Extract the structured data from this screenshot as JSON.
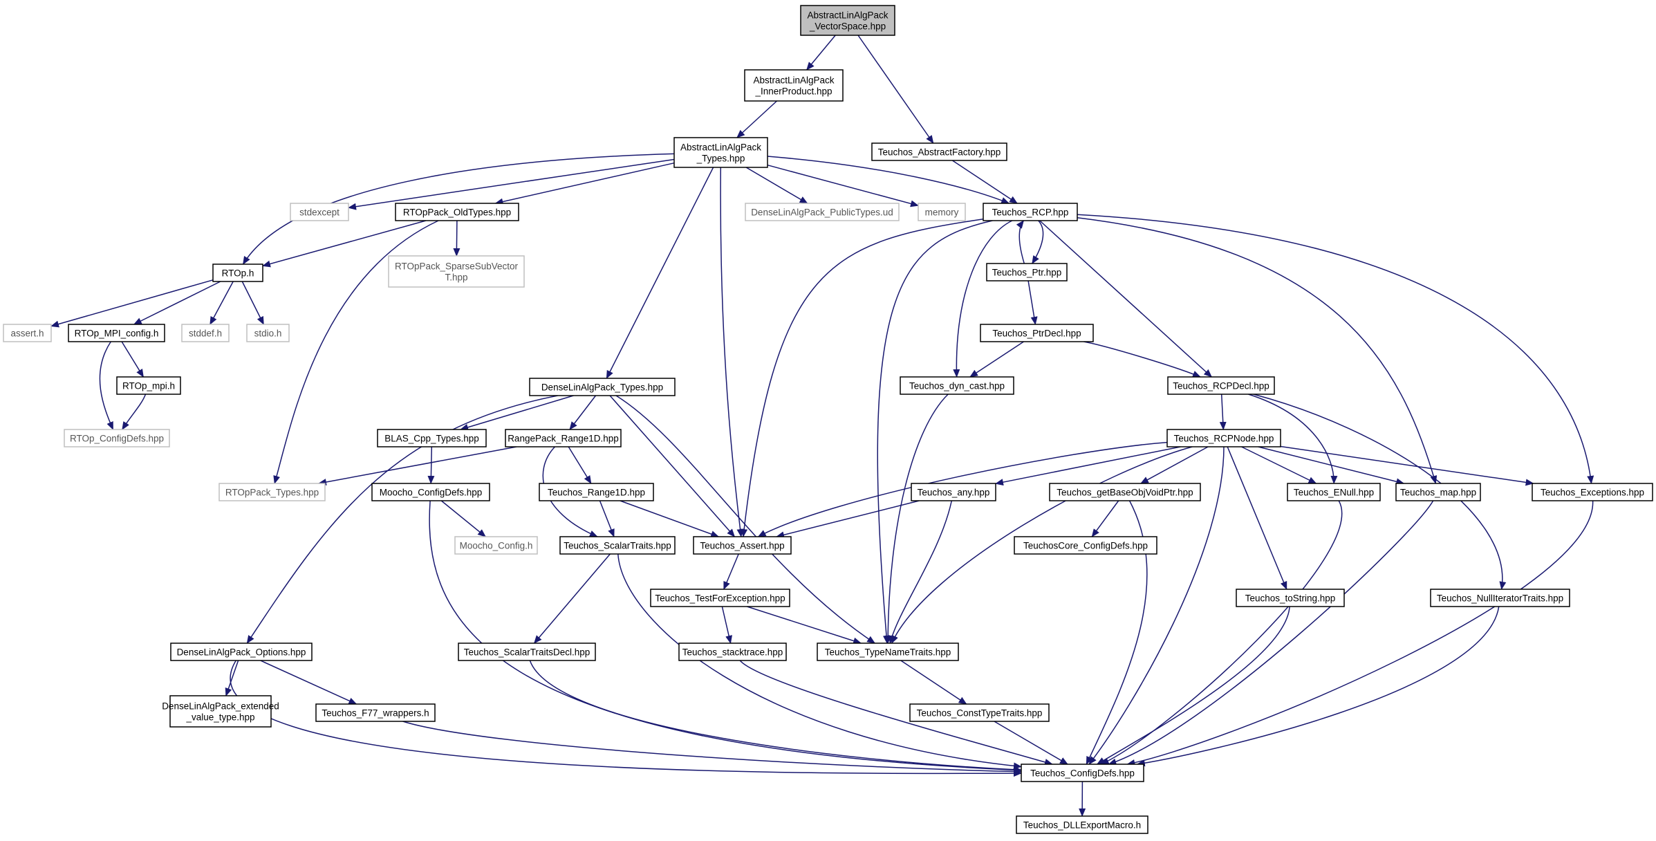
{
  "graph": {
    "colors": {
      "edge": "#191970",
      "node_border": "#000000",
      "external_border": "#bfbfbf",
      "root_fill": "#bfbfbf",
      "node_fill": "#ffffff"
    },
    "nodes": [
      {
        "id": "root",
        "lines": [
          "AbstractLinAlgPack",
          "_VectorSpace.hpp"
        ],
        "kind": "root"
      },
      {
        "id": "inner",
        "lines": [
          "AbstractLinAlgPack",
          "_InnerProduct.hpp"
        ],
        "kind": "normal"
      },
      {
        "id": "absfac",
        "lines": [
          "Teuchos_AbstractFactory.hpp"
        ],
        "kind": "normal"
      },
      {
        "id": "types",
        "lines": [
          "AbstractLinAlgPack",
          "_Types.hpp"
        ],
        "kind": "normal"
      },
      {
        "id": "stdexcept",
        "lines": [
          "stdexcept"
        ],
        "kind": "external"
      },
      {
        "id": "oldtypes",
        "lines": [
          "RTOpPack_OldTypes.hpp"
        ],
        "kind": "normal"
      },
      {
        "id": "publictypes",
        "lines": [
          "DenseLinAlgPack_PublicTypes.ud"
        ],
        "kind": "external"
      },
      {
        "id": "memory",
        "lines": [
          "memory"
        ],
        "kind": "external"
      },
      {
        "id": "rcp",
        "lines": [
          "Teuchos_RCP.hpp"
        ],
        "kind": "normal"
      },
      {
        "id": "sparse",
        "lines": [
          "RTOpPack_SparseSubVector",
          "T.hpp"
        ],
        "kind": "external"
      },
      {
        "id": "rtoph",
        "lines": [
          "RTOp.h"
        ],
        "kind": "normal"
      },
      {
        "id": "ptr",
        "lines": [
          "Teuchos_Ptr.hpp"
        ],
        "kind": "normal"
      },
      {
        "id": "asserth",
        "lines": [
          "assert.h"
        ],
        "kind": "external"
      },
      {
        "id": "mpiconfig",
        "lines": [
          "RTOp_MPI_config.h"
        ],
        "kind": "normal"
      },
      {
        "id": "stddef",
        "lines": [
          "stddef.h"
        ],
        "kind": "external"
      },
      {
        "id": "stdio",
        "lines": [
          "stdio.h"
        ],
        "kind": "external"
      },
      {
        "id": "ptrdecl",
        "lines": [
          "Teuchos_PtrDecl.hpp"
        ],
        "kind": "normal"
      },
      {
        "id": "rtopmpi",
        "lines": [
          "RTOp_mpi.h"
        ],
        "kind": "normal"
      },
      {
        "id": "denselinalg",
        "lines": [
          "DenseLinAlgPack_Types.hpp"
        ],
        "kind": "normal"
      },
      {
        "id": "dyncast",
        "lines": [
          "Teuchos_dyn_cast.hpp"
        ],
        "kind": "normal"
      },
      {
        "id": "rcpdecl",
        "lines": [
          "Teuchos_RCPDecl.hpp"
        ],
        "kind": "normal"
      },
      {
        "id": "rtopconfigdefs",
        "lines": [
          "RTOp_ConfigDefs.hpp"
        ],
        "kind": "external"
      },
      {
        "id": "blascpp",
        "lines": [
          "BLAS_Cpp_Types.hpp"
        ],
        "kind": "normal"
      },
      {
        "id": "range1d",
        "lines": [
          "RangePack_Range1D.hpp"
        ],
        "kind": "normal"
      },
      {
        "id": "rcpnode",
        "lines": [
          "Teuchos_RCPNode.hpp"
        ],
        "kind": "normal"
      },
      {
        "id": "rtoppacktypes",
        "lines": [
          "RTOpPack_Types.hpp"
        ],
        "kind": "external"
      },
      {
        "id": "moochocfgdefs",
        "lines": [
          "Moocho_ConfigDefs.hpp"
        ],
        "kind": "normal"
      },
      {
        "id": "trange1d",
        "lines": [
          "Teuchos_Range1D.hpp"
        ],
        "kind": "normal"
      },
      {
        "id": "any",
        "lines": [
          "Teuchos_any.hpp"
        ],
        "kind": "normal"
      },
      {
        "id": "getbase",
        "lines": [
          "Teuchos_getBaseObjVoidPtr.hpp"
        ],
        "kind": "normal"
      },
      {
        "id": "enull",
        "lines": [
          "Teuchos_ENull.hpp"
        ],
        "kind": "normal"
      },
      {
        "id": "map",
        "lines": [
          "Teuchos_map.hpp"
        ],
        "kind": "normal"
      },
      {
        "id": "exceptions",
        "lines": [
          "Teuchos_Exceptions.hpp"
        ],
        "kind": "normal"
      },
      {
        "id": "moochoconfig",
        "lines": [
          "Moocho_Config.h"
        ],
        "kind": "external"
      },
      {
        "id": "scalartraits",
        "lines": [
          "Teuchos_ScalarTraits.hpp"
        ],
        "kind": "normal"
      },
      {
        "id": "tassert",
        "lines": [
          "Teuchos_Assert.hpp"
        ],
        "kind": "normal"
      },
      {
        "id": "corecfg",
        "lines": [
          "TeuchosCore_ConfigDefs.hpp"
        ],
        "kind": "normal"
      },
      {
        "id": "testforexc",
        "lines": [
          "Teuchos_TestForException.hpp"
        ],
        "kind": "normal"
      },
      {
        "id": "tostring",
        "lines": [
          "Teuchos_toString.hpp"
        ],
        "kind": "normal"
      },
      {
        "id": "nulliter",
        "lines": [
          "Teuchos_NullIteratorTraits.hpp"
        ],
        "kind": "normal"
      },
      {
        "id": "dlaoptions",
        "lines": [
          "DenseLinAlgPack_Options.hpp"
        ],
        "kind": "normal"
      },
      {
        "id": "scalartraitsdecl",
        "lines": [
          "Teuchos_ScalarTraitsDecl.hpp"
        ],
        "kind": "normal"
      },
      {
        "id": "stacktrace",
        "lines": [
          "Teuchos_stacktrace.hpp"
        ],
        "kind": "normal"
      },
      {
        "id": "typenametraits",
        "lines": [
          "Teuchos_TypeNameTraits.hpp"
        ],
        "kind": "normal"
      },
      {
        "id": "extvalue",
        "lines": [
          "DenseLinAlgPack_extended",
          "_value_type.hpp"
        ],
        "kind": "normal"
      },
      {
        "id": "f77",
        "lines": [
          "Teuchos_F77_wrappers.h"
        ],
        "kind": "normal"
      },
      {
        "id": "consttypetraits",
        "lines": [
          "Teuchos_ConstTypeTraits.hpp"
        ],
        "kind": "normal"
      },
      {
        "id": "configdefs",
        "lines": [
          "Teuchos_ConfigDefs.hpp"
        ],
        "kind": "normal"
      },
      {
        "id": "dllexport",
        "lines": [
          "Teuchos_DLLExportMacro.h"
        ],
        "kind": "normal"
      }
    ],
    "edges": [
      [
        "root",
        "inner"
      ],
      [
        "root",
        "absfac"
      ],
      [
        "inner",
        "types"
      ],
      [
        "absfac",
        "rcp"
      ],
      [
        "types",
        "stdexcept"
      ],
      [
        "types",
        "rtoph"
      ],
      [
        "types",
        "oldtypes"
      ],
      [
        "types",
        "denselinalg"
      ],
      [
        "types",
        "tassert"
      ],
      [
        "types",
        "publictypes"
      ],
      [
        "types",
        "memory"
      ],
      [
        "types",
        "rcp"
      ],
      [
        "oldtypes",
        "rtoph"
      ],
      [
        "oldtypes",
        "sparse"
      ],
      [
        "oldtypes",
        "rtoppacktypes"
      ],
      [
        "rtoph",
        "asserth"
      ],
      [
        "rtoph",
        "mpiconfig"
      ],
      [
        "rtoph",
        "stddef"
      ],
      [
        "rtoph",
        "stdio"
      ],
      [
        "mpiconfig",
        "rtopmpi"
      ],
      [
        "mpiconfig",
        "rtopconfigdefs"
      ],
      [
        "rtopmpi",
        "rtopconfigdefs"
      ],
      [
        "rcp",
        "ptr"
      ],
      [
        "ptr",
        "rcp"
      ],
      [
        "rcp",
        "tassert"
      ],
      [
        "rcp",
        "typenametraits"
      ],
      [
        "rcp",
        "dyncast"
      ],
      [
        "rcp",
        "rcpdecl"
      ],
      [
        "rcp",
        "map"
      ],
      [
        "rcp",
        "exceptions"
      ],
      [
        "ptr",
        "ptrdecl"
      ],
      [
        "ptrdecl",
        "dyncast"
      ],
      [
        "ptrdecl",
        "rcpdecl"
      ],
      [
        "dyncast",
        "typenametraits"
      ],
      [
        "rcpdecl",
        "rcpnode"
      ],
      [
        "rcpdecl",
        "enull"
      ],
      [
        "rcpdecl",
        "nulliter"
      ],
      [
        "denselinalg",
        "blascpp"
      ],
      [
        "denselinalg",
        "range1d"
      ],
      [
        "denselinalg",
        "dlaoptions"
      ],
      [
        "denselinalg",
        "tassert"
      ],
      [
        "denselinalg",
        "typenametraits"
      ],
      [
        "blascpp",
        "moochocfgdefs"
      ],
      [
        "range1d",
        "rtoppacktypes"
      ],
      [
        "range1d",
        "trange1d"
      ],
      [
        "range1d",
        "scalartraits"
      ],
      [
        "trange1d",
        "scalartraits"
      ],
      [
        "trange1d",
        "tassert"
      ],
      [
        "moochocfgdefs",
        "moochoconfig"
      ],
      [
        "moochocfgdefs",
        "configdefs"
      ],
      [
        "rcpnode",
        "any"
      ],
      [
        "rcpnode",
        "tassert"
      ],
      [
        "rcpnode",
        "typenametraits"
      ],
      [
        "rcpnode",
        "getbase"
      ],
      [
        "rcpnode",
        "enull"
      ],
      [
        "rcpnode",
        "map"
      ],
      [
        "rcpnode",
        "exceptions"
      ],
      [
        "rcpnode",
        "tostring"
      ],
      [
        "rcpnode",
        "configdefs"
      ],
      [
        "any",
        "tassert"
      ],
      [
        "any",
        "typenametraits"
      ],
      [
        "getbase",
        "corecfg"
      ],
      [
        "getbase",
        "configdefs"
      ],
      [
        "enull",
        "configdefs"
      ],
      [
        "map",
        "configdefs"
      ],
      [
        "exceptions",
        "configdefs"
      ],
      [
        "tassert",
        "testforexc"
      ],
      [
        "testforexc",
        "stacktrace"
      ],
      [
        "testforexc",
        "typenametraits"
      ],
      [
        "scalartraits",
        "scalartraitsdecl"
      ],
      [
        "scalartraits",
        "configdefs"
      ],
      [
        "scalartraitsdecl",
        "configdefs"
      ],
      [
        "stacktrace",
        "configdefs"
      ],
      [
        "typenametraits",
        "consttypetraits"
      ],
      [
        "consttypetraits",
        "configdefs"
      ],
      [
        "tostring",
        "configdefs"
      ],
      [
        "nulliter",
        "configdefs"
      ],
      [
        "dlaoptions",
        "extvalue"
      ],
      [
        "dlaoptions",
        "f77"
      ],
      [
        "dlaoptions",
        "configdefs"
      ],
      [
        "f77",
        "configdefs"
      ],
      [
        "configdefs",
        "dllexport"
      ]
    ]
  }
}
